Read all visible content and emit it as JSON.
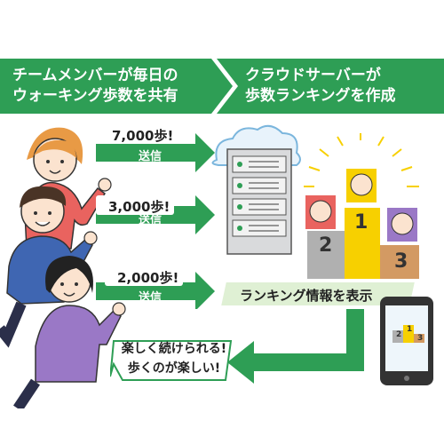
{
  "banner": {
    "left_line1": "チームメンバーが毎日の",
    "left_line2": "ウォーキング歩数を共有",
    "right_line1": "クラウドサーバーが",
    "right_line2": "歩数ランキングを作成",
    "color": "#2e9e55"
  },
  "members": [
    {
      "steps": "7,000歩!",
      "send": "送信"
    },
    {
      "steps": "3,000歩!",
      "send": "送信"
    },
    {
      "steps": "2,000歩!",
      "send": "送信"
    }
  ],
  "podium": {
    "first": "1",
    "second": "2",
    "third": "3"
  },
  "ranking_label": "ランキング情報を表示",
  "phone": {
    "rank1": "1",
    "rank2": "2",
    "rank3": "3"
  },
  "speech": {
    "line1": "楽しく続けられる!",
    "line2": "歩くのが楽しい!"
  },
  "colors": {
    "green": "#2e9e55",
    "lightgreen": "#dff0d4",
    "gold": "#f7d000",
    "gray": "#b0b0b0"
  }
}
